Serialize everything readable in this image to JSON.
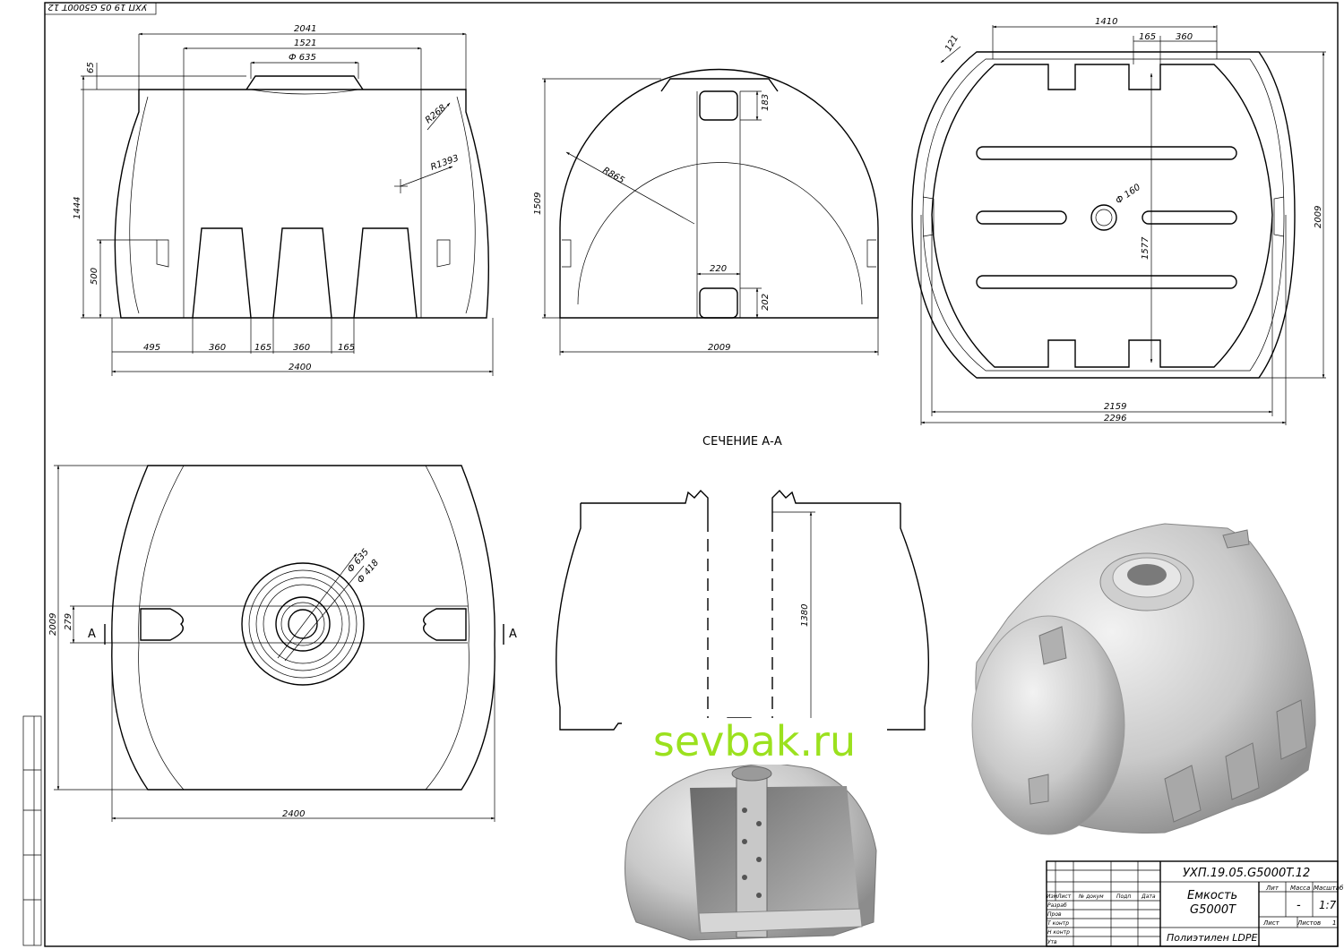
{
  "stamp_top": "УХП 19 05 G5000T 12",
  "views": {
    "front": {
      "dims": {
        "d2041": "2041",
        "d1521": "1521",
        "d635": "Ф 635",
        "d65": "65",
        "d1444": "1444",
        "d500": "500",
        "r268": "R268",
        "r1393": "R1393",
        "d495": "495",
        "d360a": "360",
        "d165a": "165",
        "d360b": "360",
        "d165b": "165",
        "d2400": "2400"
      }
    },
    "side": {
      "dims": {
        "d1509": "1509",
        "r865": "R865",
        "d183": "183",
        "d220": "220",
        "d202": "202",
        "d2009": "2009"
      }
    },
    "bottom": {
      "dims": {
        "d1410": "1410",
        "d121": "121",
        "d165": "165",
        "d360": "360",
        "d160": "Ф 160",
        "d1577": "1577",
        "d2009": "2009",
        "d2159": "2159",
        "d2296": "2296"
      }
    },
    "top": {
      "dims": {
        "d635": "Ф 635",
        "d418": "Ф 418",
        "d2009": "2009",
        "d279": "279",
        "d2400": "2400",
        "a_left": "A",
        "a_right": "A"
      }
    },
    "section": {
      "title": "СЕЧЕНИЕ  А-А",
      "dims": {
        "d1380": "1380"
      }
    }
  },
  "watermark": "sevbak.ru",
  "title_block": {
    "code": "УХП.19.05.G5000T.12",
    "name_line1": "Емкость",
    "name_line2": "G5000T",
    "material": "Полиэтилен LDPE",
    "lit": "Лит",
    "massa": "Масса",
    "masshtab": "Масштаб",
    "mass_value": "-",
    "scale_value": "1:7",
    "list": "Лист",
    "listov": "Листов",
    "listov_value": "1",
    "rows": [
      "Изм",
      "Лист",
      "№ докум",
      "Подп",
      "Дата"
    ],
    "roles": [
      "Разраб",
      "Пров",
      "Т контр",
      "Н контр",
      "Утв"
    ]
  }
}
